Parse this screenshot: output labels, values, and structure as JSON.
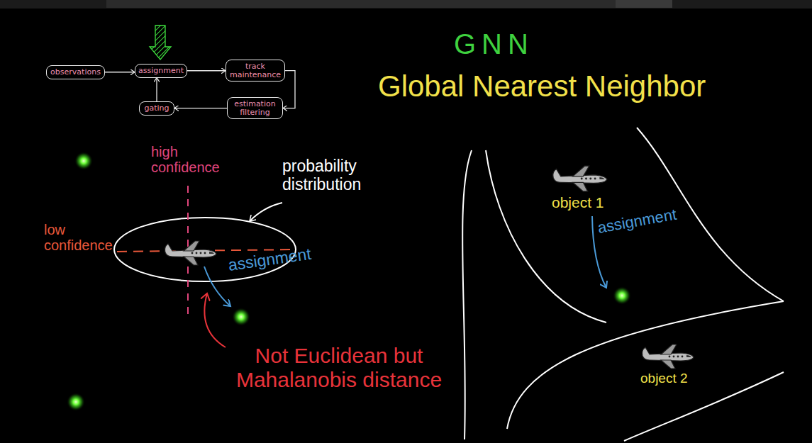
{
  "diagram": {
    "title": "GNN",
    "nodes": [
      {
        "text": [
          "observations"
        ]
      },
      {
        "text": [
          "assignment"
        ]
      },
      {
        "text": [
          "track maintenance"
        ]
      },
      {
        "text": [
          "gating"
        ]
      },
      {
        "text": [
          "estimation filtering"
        ]
      }
    ],
    "edges": [
      {
        "from": 0,
        "to": 1,
        "arrow": "to"
      },
      {
        "from": 1,
        "to": 2,
        "arrow": "to"
      },
      {
        "from": 2,
        "to": 4,
        "arrow": "to"
      },
      {
        "from": 4,
        "to": 3,
        "arrow": "to"
      },
      {
        "from": 3,
        "to": 1,
        "arrow": "to"
      }
    ],
    "labels": [
      "Global Nearest Neighbor",
      "high confidence",
      "probability distribution",
      "low confidence",
      "assignment",
      "Not Euclidean but Mahalanobis distance",
      "object 1",
      "assignment",
      "object 2"
    ]
  }
}
